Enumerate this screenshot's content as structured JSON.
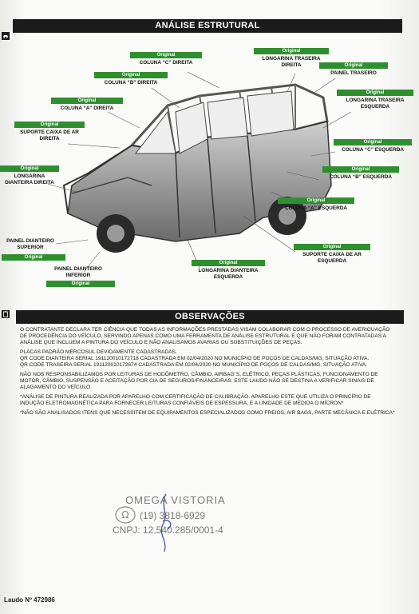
{
  "header": {
    "title": "ANÁLISE ESTRUTURAL"
  },
  "tag_text": "Original",
  "parts": [
    {
      "id": "coluna-c-direita",
      "label": "COLUNA “C” DIREITA"
    },
    {
      "id": "longarina-traseira-direita",
      "label": "LONGARINA TRASEIRA DIREITA"
    },
    {
      "id": "coluna-b-direita",
      "label": "COLUNA “B” DIREITA"
    },
    {
      "id": "painel-traseiro",
      "label": "PAINEL TRASEIRO"
    },
    {
      "id": "coluna-a-direita",
      "label": "COLUNA “A” DIREITA"
    },
    {
      "id": "longarina-traseira-esquerda",
      "label": "LONGARINA TRASEIRA ESQUERDA"
    },
    {
      "id": "suporte-caixa-ar-direita",
      "label": "SUPORTE CAIXA DE AR DIREITA"
    },
    {
      "id": "coluna-c-esquerda",
      "label": "COLUNA “C” ESQUERDA"
    },
    {
      "id": "longarina-dianteira-direita",
      "label": "LONGARINA DIANTEIRA DIREITA"
    },
    {
      "id": "coluna-b-esquerda",
      "label": "COLUNA “B” ESQUERDA"
    },
    {
      "id": "coluna-a-esquerda",
      "label": "COLUNA “A” ESQUERDA"
    },
    {
      "id": "painel-dianteiro-superior",
      "label": "PAINEL DIANTEIRO SUPERIOR"
    },
    {
      "id": "suporte-caixa-ar-esquerda",
      "label": "SUPORTE CAIXA DE AR ESQUERDA"
    },
    {
      "id": "longarina-dianteira-esquerda",
      "label": "LONGARINA DIANTEIRA ESQUERDA"
    },
    {
      "id": "painel-dianteiro-inferior",
      "label": "PAINEL DIANTEIRO INFERIOR"
    }
  ],
  "observations": {
    "title": "OBSERVAÇÕES",
    "paragraphs": [
      "O CONTRATANTE DECLARA TER CIÊNCIA QUE TODAS AS INFORMAÇÕES PRESTADAS VISAM COLABORAR COM O PROCESSO DE AVERIGUAÇÃO DE PROCEDÊNCIA DO VEÍCULO, SERVINDO APENAS COMO UMA FERRAMENTA DE ANÁLISE ESTRUTURAL E QUE NÃO FORAM CONTRATADAS A ANÁLISE QUE INCLUEM A PINTURA DO VEÍCULO E NÃO ANALISAMOS AVARIAS OU SUBSTITUIÇÕES DE PEÇAS.",
      "PLACAS PADRÃO MERCOSUL DEVIDAMENTE CADASTRADAS.\nQR CODE DIANTEIRA SERIAL 191120010172718 CADASTRADA EM 02/04/2020 NO MUNICÍPIO DE POÇOS DE CALDAS/MG, SITUAÇÃO ATIVA.\nQR CODE TRASEIRA SERIAL 191120010172674 CADASTRADA EM 02/04/2020 NO MUNICÍPIO DE POÇOS DE CALDAS/MG, SITUAÇÃO ATIVA.",
      "NÃO NOS RESPONSABILIZAMOS POR LEITURAS DE HODÔMETRO, CÂMBIO, AIRBAG´S, ELÉTRICO, PEÇAS PLÁSTICAS, FUNCIONAMENTO DE MOTOR, CÂMBIO, SUSPENSÃO E ACEITAÇÃO POR CIA DE SEGUROS/FINANCEIRAS. ESTE LAUDO NÃO SE DESTINA A VERIFICAR SINAIS DE ALAGAMENTO DO VEÍCULO.",
      "*ANÁLISE DE PINTURA REALIZADA POR APARELHO COM CERTIFICAÇÃO DE CALIBRAÇÃO. APARELHO ESTE QUE UTILIZA O PRINCÍPIO DE INDUÇÃO ELETROMAGNÉTICA PARA FORNECER LEITURAS CONFIÁVEIS DE ESPESSURA, E A UNIDADE DE MEDIDA O MÍCRON*",
      "*NÃO SÃO ANALISADOS ITENS QUE NECESSITEM DE EQUIPAMENTOS ESPECIALIZADOS COMO FREIOS, AIR BAGS, PARTE MECÂNICA E ELÉTRICA*"
    ]
  },
  "stamp": {
    "name": "OMEGA VISTORIA",
    "phone": "(19) 3818-6929",
    "cnpj": "CNPJ: 12.540.285/0001-4"
  },
  "footer": {
    "laudo": "Laudo Nº 472986"
  }
}
